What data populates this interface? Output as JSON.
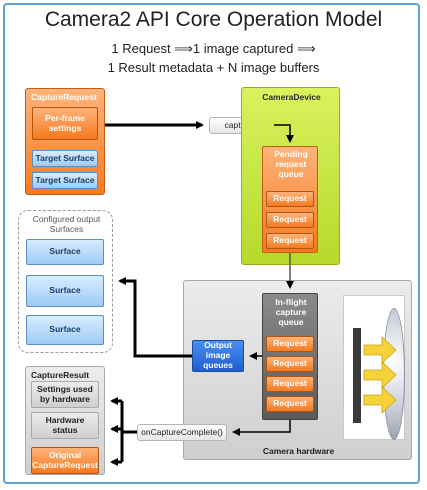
{
  "title": "Camera2 API Core Operation Model",
  "subtitle_line1": "1 Request ⟹1 image captured ⟹",
  "subtitle_line2": "1 Result metadata + N image buffers",
  "capture_request": {
    "header": "CaptureRequest",
    "settings": "Per-frame settings",
    "targets": [
      "Target Surface",
      "Target Surface"
    ]
  },
  "capture_call": "capture()",
  "camera_device": {
    "header": "CameraDevice",
    "queue_label": "Pending request queue",
    "requests": [
      "Request",
      "Request",
      "Request"
    ]
  },
  "configured_surfaces": {
    "header": "Configured output Surfaces",
    "surfaces": [
      "Surface",
      "Surface",
      "Surface"
    ]
  },
  "camera_hardware": {
    "label": "Camera hardware",
    "queue_label": "In-flight capture queue",
    "requests": [
      "Request",
      "Request",
      "Request",
      "Request"
    ]
  },
  "output_queues": "Output image queues",
  "on_capture_complete": "onCaptureComplete()",
  "capture_result": {
    "header": "CaptureResult",
    "settings_used": "Settings used by hardware",
    "hardware_status": "Hardware status",
    "original": "Original CaptureRequest"
  },
  "colors": {
    "frame": "#5fa3cf",
    "request_orange": "#f47a1f",
    "surface_blue": "#9fcaf5",
    "device_green": "#b6d92c",
    "output_blue": "#2e6fe0",
    "lens_yellow": "#f5d23a"
  }
}
